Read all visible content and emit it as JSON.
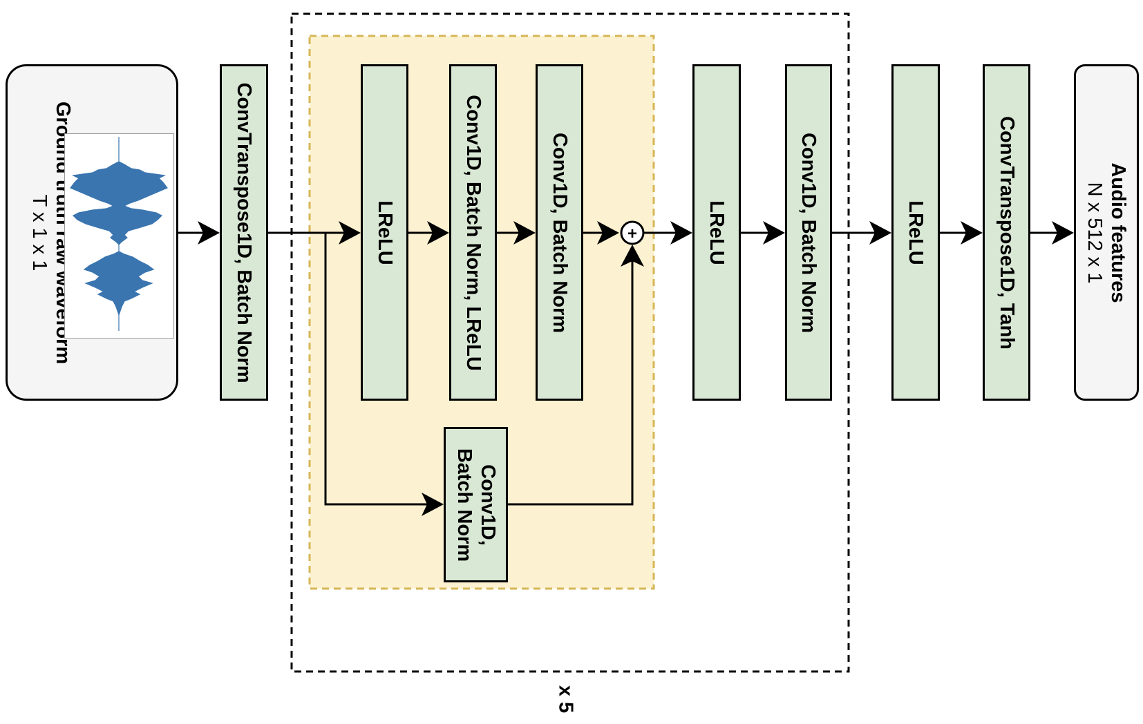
{
  "repeat_label": "x 5",
  "input": {
    "title": "Ground truth raw waveform",
    "shape": "T x 1 x 1",
    "image": "waveform-thumbnail"
  },
  "blocks": {
    "convtranspose_bn": "ConvTranspose1D, Batch Norm",
    "res_lrelu": "LReLU",
    "res_conv_bn_lrelu": "Conv1D, Batch Norm, LReLU",
    "res_conv_bn": "Conv1D, Batch Norm",
    "skip_conv_line1": "Conv1D,",
    "skip_conv_line2": "Batch Norm",
    "post_lrelu": "LReLU",
    "post_conv_bn": "Conv1D, Batch Norm",
    "final_lrelu": "LReLU",
    "final_convtranspose_tanh": "ConvTranspose1D, Tanh"
  },
  "output": {
    "title": "Audio features",
    "shape": "N x 512 x 1"
  },
  "sum_symbol": "+",
  "colors": {
    "block_fill": "#d9e8d5",
    "residual_fill": "#fcf1d0",
    "residual_border": "#d6b656",
    "io_fill": "#f5f5f5",
    "waveform": "#3a75b0"
  }
}
